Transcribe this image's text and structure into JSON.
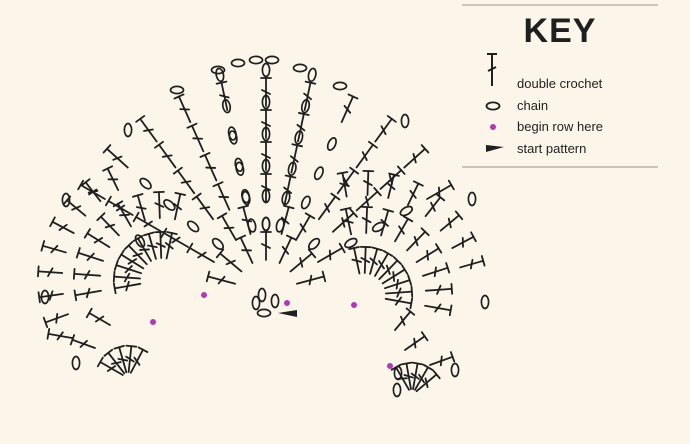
{
  "key": {
    "title": "KEY",
    "items": [
      {
        "symbol": "double-crochet-icon",
        "label": "double crochet"
      },
      {
        "symbol": "chain-icon",
        "label": "chain"
      },
      {
        "symbol": "dot-icon",
        "label": "begin row here"
      },
      {
        "symbol": "arrow-icon",
        "label": "start pattern"
      }
    ]
  },
  "colors": {
    "background": "#fbf6e9",
    "ink": "#1f1f1f",
    "begin_dot": "#b23ab0",
    "rule": "#c9c4bb"
  }
}
